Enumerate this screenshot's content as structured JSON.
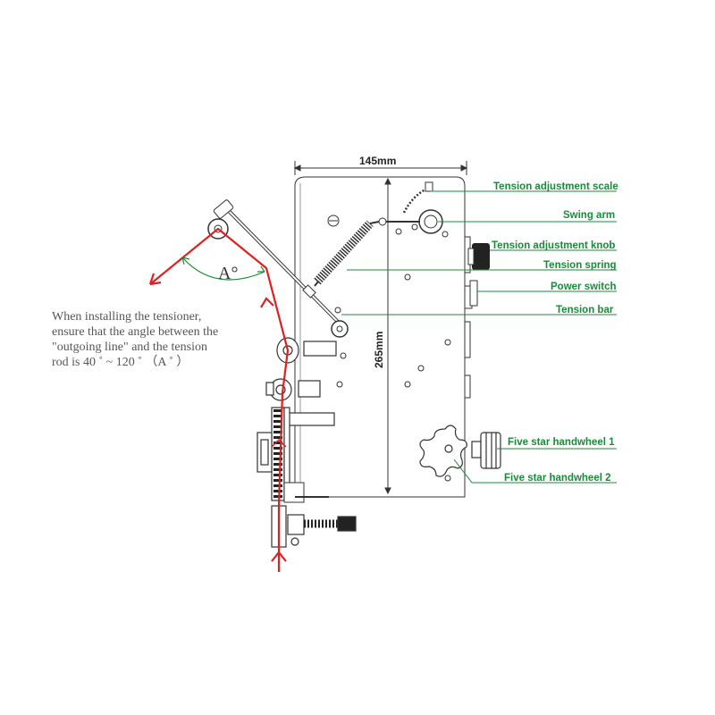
{
  "dimensions": {
    "width": "145mm",
    "height": "265mm"
  },
  "angle_label": "A°",
  "labels": {
    "tension_adjustment_scale": "Tension adjustment scale",
    "swing_arm": "Swing arm",
    "tension_adjustment_knob": "Tension adjustment knob",
    "tension_spring": "Tension spring",
    "power_switch": "Power switch",
    "tension_bar": "Tension bar",
    "five_star_handwheel_1": "Five star handwheel 1",
    "five_star_handwheel_2": "Five star handwheel 2"
  },
  "note": {
    "lines": [
      "When installing the tensioner,",
      "ensure that the angle between the",
      "\"outgoing line\" and the tension",
      "rod is 40 ˚ ~ 120 ˚ （A ˚ ）"
    ]
  },
  "colors": {
    "label_green": "#1a8a3a",
    "wire_red": "#e02020",
    "outline": "#333333"
  }
}
